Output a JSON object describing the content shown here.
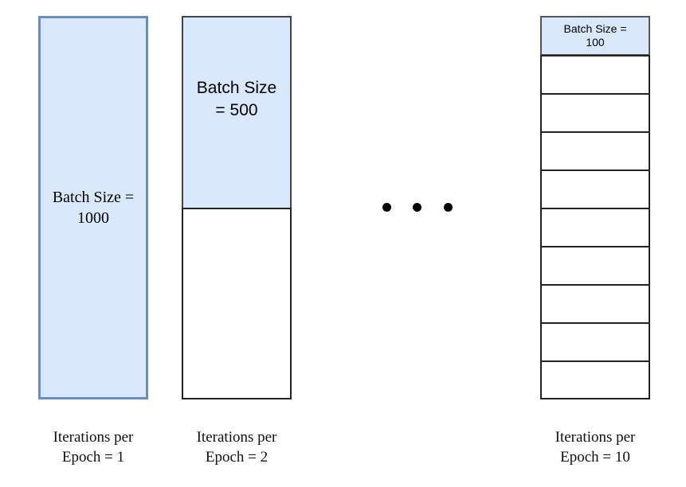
{
  "bar1": {
    "block_label": "Batch Size =\n1000",
    "caption": "Iterations per\nEpoch = 1"
  },
  "bar2": {
    "block_label": "Batch Size\n= 500",
    "caption": "Iterations per\nEpoch = 2"
  },
  "bar3": {
    "block_label": "Batch Size =\n100",
    "caption": "Iterations per\nEpoch = 10"
  },
  "colors": {
    "batch_fill": "#dae8fc",
    "bar1_border": "#6c8ebf",
    "block_border": "#222222"
  }
}
